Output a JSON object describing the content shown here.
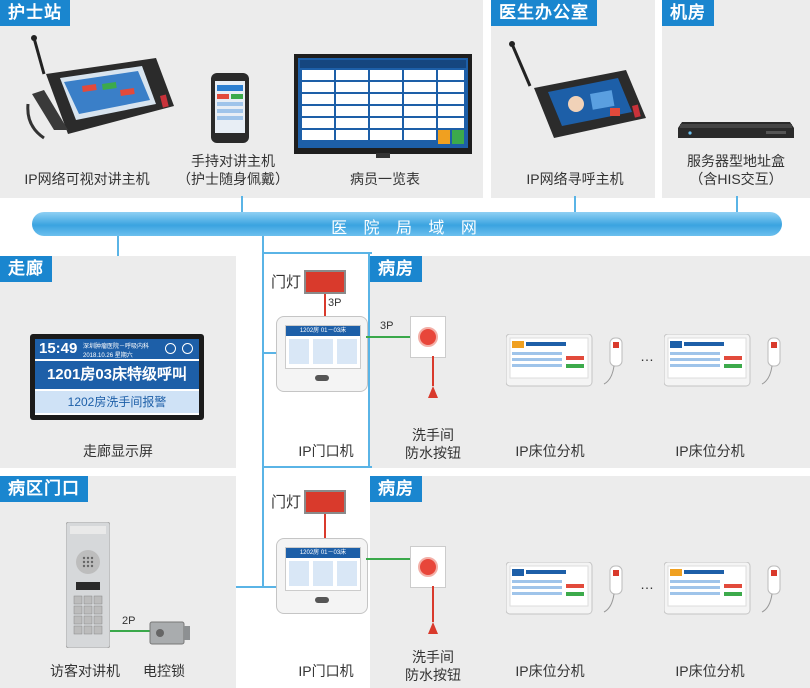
{
  "sections": {
    "nurse_station": "护士站",
    "doctor_office": "医生办公室",
    "machine_room": "机房",
    "corridor": "走廊",
    "ward_gate": "病区门口",
    "ward_1": "病房",
    "ward_2": "病房"
  },
  "network_bus": "医 院 局 域 网",
  "devices": {
    "ip_visual_master": "IP网络可视对讲主机",
    "handheld_line1": "手持对讲主机",
    "handheld_line2": "（护士随身佩戴）",
    "patient_board": "病员一览表",
    "ip_paging_master": "IP网络寻呼主机",
    "server_line1": "服务器型地址盒",
    "server_line2": "（含HIS交互）",
    "corridor_screen": "走廊显示屏",
    "visitor_intercom": "访客对讲机",
    "electric_lock": "电控锁",
    "door_unit_1": "IP门口机",
    "door_unit_2": "IP门口机",
    "bath_btn_1_line1": "洗手间",
    "bath_btn_1_line2": "防水按钮",
    "bath_btn_2_line1": "洗手间",
    "bath_btn_2_line2": "防水按钮",
    "bed_unit_1": "IP床位分机",
    "bed_unit_2": "IP床位分机",
    "bed_unit_3": "IP床位分机",
    "bed_unit_4": "IP床位分机",
    "door_light_1": "门灯",
    "door_light_2": "门灯"
  },
  "wires": {
    "w3p_a": "3P",
    "w3p_b": "3P",
    "w2p": "2P"
  },
  "corridor_display": {
    "time": "15:49",
    "hospital": "深圳肿瘤医院－呼吸内科",
    "date": "2018.10.26  星期六",
    "main_text": "1201房03床特级呼叫",
    "sub_text": "1202房洗手间报警"
  },
  "door_screen": {
    "room_1": "1202房 01－03床",
    "room_2": "1202房 01－03床"
  },
  "ellipsis": {
    "e1": "…",
    "e2": "…"
  },
  "colors": {
    "accent": "#1a86cf",
    "panel": "#ececec",
    "bus": "#3aa3e0",
    "alarm": "#d93a2c",
    "wire_green": "#3aa84a"
  }
}
